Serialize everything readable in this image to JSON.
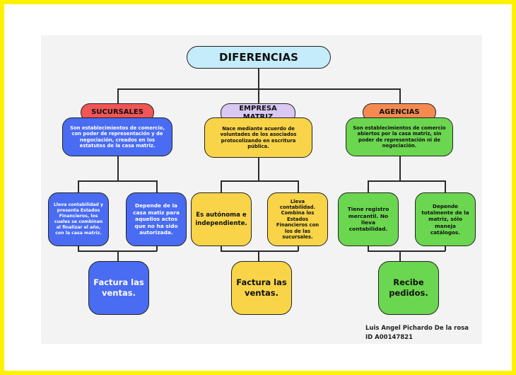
{
  "title": "DIFERENCIAS",
  "sucursales": {
    "header": "SUCURSALES",
    "description": "Son establecimientos de comercio, con poder de representación y de negociación, creados en los estatutos de la casa matriz.",
    "left": "Lleva contabilidad y presenta Estados Financieros, los cuales se combinan al finalizar el año, con la casa matriz.",
    "right": "Depende de la casa matiz para aquellos actos que no ha sido autorizada.",
    "bottom": "Factura las ventas."
  },
  "empresa_matriz": {
    "header": "EMPRESA MATRIZ",
    "description": "Nace mediante acuerdo de voluntades de los asociados protocolizando en escritura pública.",
    "left": "Es autónoma e independiente.",
    "right": "Lleva contabilidad. Combina los Estados Financieros con los de las sucursales.",
    "bottom": "Factura las ventas."
  },
  "agencias": {
    "header": "AGENCIAS",
    "description": "Son establecimientos de comercio abiertos por la casa matriz, sin poder de representación ni de negociación.",
    "left": "Tiene registro mercantil. No lleva contabilidad.",
    "right": "Depende totalmente de la matriz, sólo maneja catálogos.",
    "bottom": "Recibe pedidos."
  },
  "author": {
    "name": "Luis Angel Pichardo De la rosa",
    "id": "ID A00147821"
  },
  "colors": {
    "frame": "#fff200",
    "title": "#c4ecfa",
    "sucursales_header": "#f25555",
    "empresa_header": "#d9c8f2",
    "agencias_header": "#f58a50",
    "blue": "#4a6cf2",
    "yellow": "#f9d448",
    "green": "#6bd64f"
  }
}
